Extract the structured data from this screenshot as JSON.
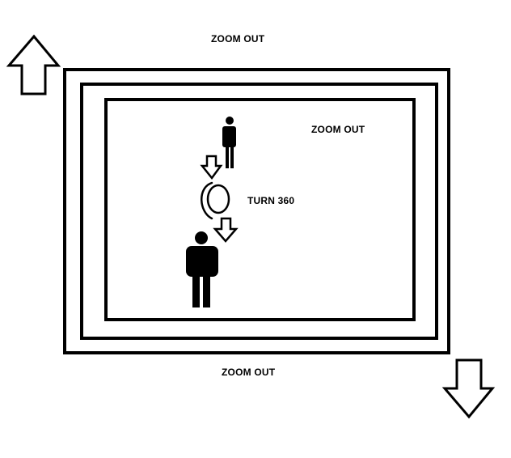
{
  "labels": {
    "zoom_out_top": "ZOOM OUT",
    "zoom_out_inner": "ZOOM OUT",
    "zoom_out_bottom": "ZOOM OUT",
    "turn": "TURN 360"
  },
  "icons": {
    "up_arrow": "up-arrow-icon",
    "down_arrow_large": "down-arrow-icon",
    "down_arrow_small": "down-arrow-icon",
    "rotate": "rotate-360-icon",
    "person": "person-icon"
  },
  "colors": {
    "ink": "#000000",
    "background": "#ffffff"
  }
}
